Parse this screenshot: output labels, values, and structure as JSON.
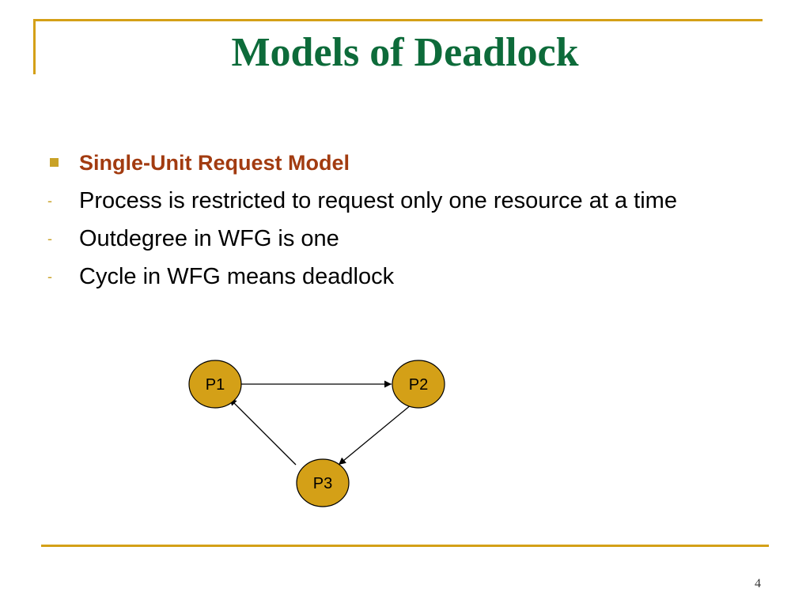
{
  "slide": {
    "title": "Models of Deadlock",
    "heading": "Single-Unit Request Model",
    "points": [
      "Process is restricted to request only one resource at a time",
      "Outdegree in WFG is one",
      "Cycle in WFG means deadlock"
    ],
    "page_number": "4",
    "colors": {
      "title": "#0d6b3a",
      "heading": "#a23b10",
      "accent": "#d4a017",
      "node_fill": "#d4a017"
    }
  },
  "diagram": {
    "nodes": [
      {
        "id": "P1",
        "label": "P1"
      },
      {
        "id": "P2",
        "label": "P2"
      },
      {
        "id": "P3",
        "label": "P3"
      }
    ],
    "edges": [
      {
        "from": "P1",
        "to": "P2"
      },
      {
        "from": "P2",
        "to": "P3"
      },
      {
        "from": "P3",
        "to": "P1"
      }
    ]
  }
}
